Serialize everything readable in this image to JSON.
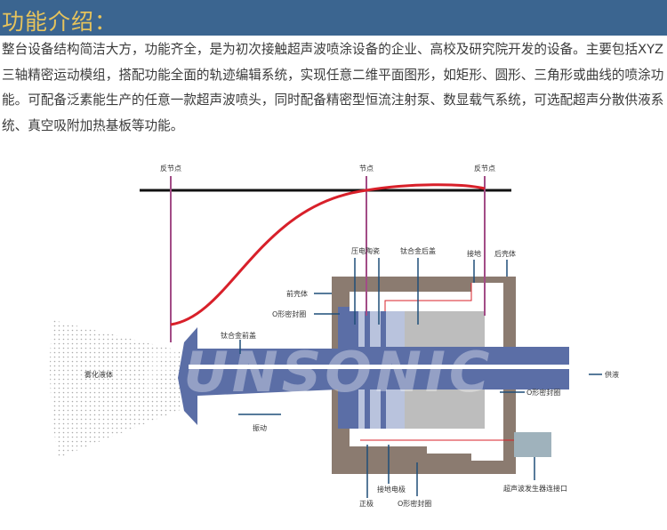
{
  "header": {
    "title": "功能介绍："
  },
  "intro": "整台设备结构简洁大方，功能齐全，是为初次接触超声波喷涂设备的企业、高校及研究院开发的设备。主要包括XYZ三轴精密运动模组，搭配功能全面的轨迹编辑系统，实现任意二维平面图形，如矩形、圆形、三角形或曲线的喷涂功能。可配备泛素能生产的任意一款超声波喷头，同时配备精密型恒流注射泵、数显载气系统，可选配超声分散供液系统、真空吸附加热基板等功能。",
  "diagram": {
    "watermark": "FUNSONIC",
    "labels": {
      "antinode_left": "反节点",
      "node": "节点",
      "antinode_right": "反节点",
      "piezo": "压电陶瓷",
      "ti_back_cover": "钛合金后盖",
      "ground": "接地",
      "rear_shell": "后壳体",
      "front_shell": "前壳体",
      "o_ring_top": "O形密封圈",
      "ti_front_cover": "钛合金前盖",
      "atomized_liquid": "雾化液体",
      "liquid_supply": "供液",
      "o_ring_right": "O形密封圈",
      "vibration": "振动",
      "generator_port": "超声波发生器连接口",
      "ground_electrode": "接地电极",
      "positive": "正极",
      "o_ring_bottom": "O形密封圈"
    },
    "colors": {
      "horn": "#5b6ea6",
      "shell": "#8b7b70",
      "curve": "#d8202a",
      "node_line": "#a24c86"
    }
  }
}
